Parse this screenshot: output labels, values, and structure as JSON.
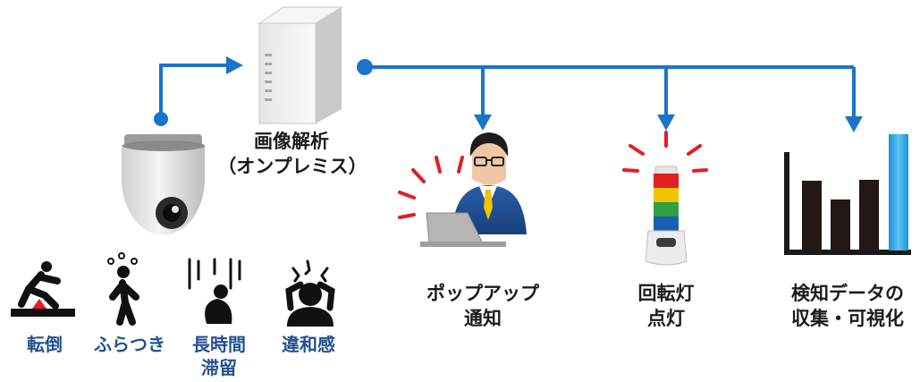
{
  "server": {
    "line1": "画像解析",
    "line2": "（オンプレミス）"
  },
  "outputs": {
    "popup": {
      "line1": "ポップアップ",
      "line2": "通知"
    },
    "lamp": {
      "line1": "回転灯",
      "line2": "点灯"
    },
    "analytics": {
      "line1": "検知データの",
      "line2": "収集・可視化"
    }
  },
  "events": {
    "fall": "転倒",
    "wobble": "ふらつき",
    "stay_line1": "長時間",
    "stay_line2": "滞留",
    "discomfort": "違和感"
  },
  "colors": {
    "line": "#1a74c9",
    "text_dark": "#1b1b1b",
    "text_blue": "#24508f",
    "accent_red": "#e31e24"
  }
}
